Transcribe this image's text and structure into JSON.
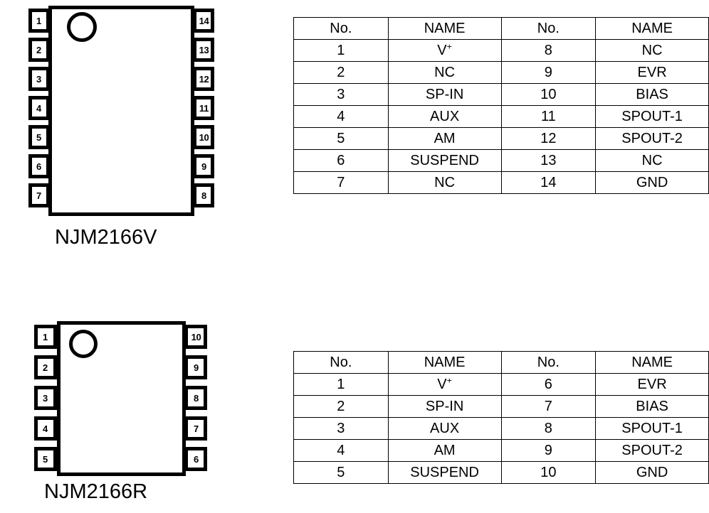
{
  "packages": [
    {
      "label": "NJM2166V",
      "pin_count": 14,
      "left_pins": [
        "1",
        "2",
        "3",
        "4",
        "5",
        "6",
        "7"
      ],
      "right_pins": [
        "14",
        "13",
        "12",
        "11",
        "10",
        "9",
        "8"
      ],
      "marker": "pin-1-dot"
    },
    {
      "label": "NJM2166R",
      "pin_count": 10,
      "left_pins": [
        "1",
        "2",
        "3",
        "4",
        "5"
      ],
      "right_pins": [
        "10",
        "9",
        "8",
        "7",
        "6"
      ],
      "marker": "pin-1-dot"
    }
  ],
  "tables": [
    {
      "headers": [
        "No.",
        "NAME",
        "No.",
        "NAME"
      ],
      "rows": [
        [
          "1",
          "V+",
          "8",
          "NC"
        ],
        [
          "2",
          "NC",
          "9",
          "EVR"
        ],
        [
          "3",
          "SP-IN",
          "10",
          "BIAS"
        ],
        [
          "4",
          "AUX",
          "11",
          "SPOUT-1"
        ],
        [
          "5",
          "AM",
          "12",
          "SPOUT-2"
        ],
        [
          "6",
          "SUSPEND",
          "13",
          "NC"
        ],
        [
          "7",
          "NC",
          "14",
          "GND"
        ]
      ]
    },
    {
      "headers": [
        "No.",
        "NAME",
        "No.",
        "NAME"
      ],
      "rows": [
        [
          "1",
          "V+",
          "6",
          "EVR"
        ],
        [
          "2",
          "SP-IN",
          "7",
          "BIAS"
        ],
        [
          "3",
          "AUX",
          "8",
          "SPOUT-1"
        ],
        [
          "4",
          "AM",
          "9",
          "SPOUT-2"
        ],
        [
          "5",
          "SUSPEND",
          "10",
          "GND"
        ]
      ]
    }
  ],
  "colors": {
    "ink": "#000000",
    "background": "#ffffff"
  }
}
